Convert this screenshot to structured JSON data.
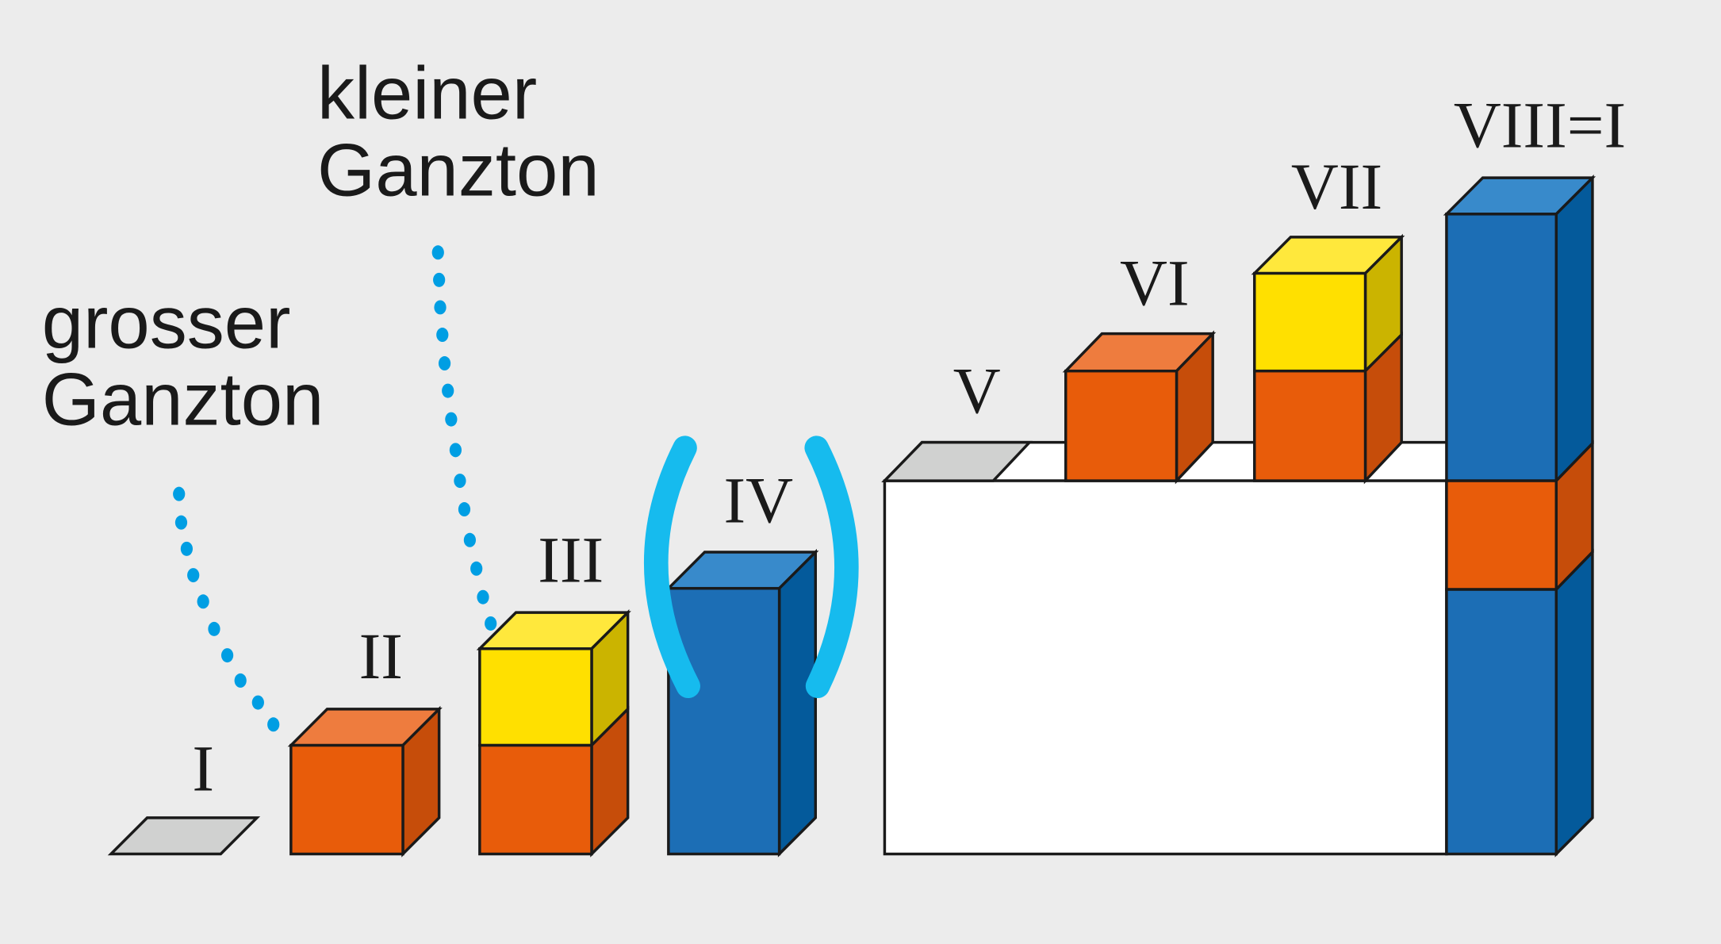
{
  "labels": {
    "grosser": [
      "grosser",
      "Ganzton"
    ],
    "kleiner": [
      "kleiner",
      "Ganzton"
    ]
  },
  "degrees": {
    "I": "I",
    "II": "II",
    "III": "III",
    "IV": "IV",
    "V": "V",
    "VI": "VI",
    "VII": "VII",
    "VIII": "VIII=I"
  },
  "colors": {
    "background": "#ececec",
    "orange_front": "#e85c0a",
    "orange_top": "#ee7c3e",
    "orange_side": "#c64d0a",
    "yellow_front": "#ffe000",
    "yellow_top": "#ffe83c",
    "yellow_side": "#cbb400",
    "blue_front": "#1c6eb5",
    "blue_top": "#388acb",
    "blue_side": "#045a9b",
    "gray_plate": "#d0d1d0",
    "white_block": "#ffffff",
    "cyan_accent": "#16bbee",
    "dot_blue": "#009ee3"
  }
}
